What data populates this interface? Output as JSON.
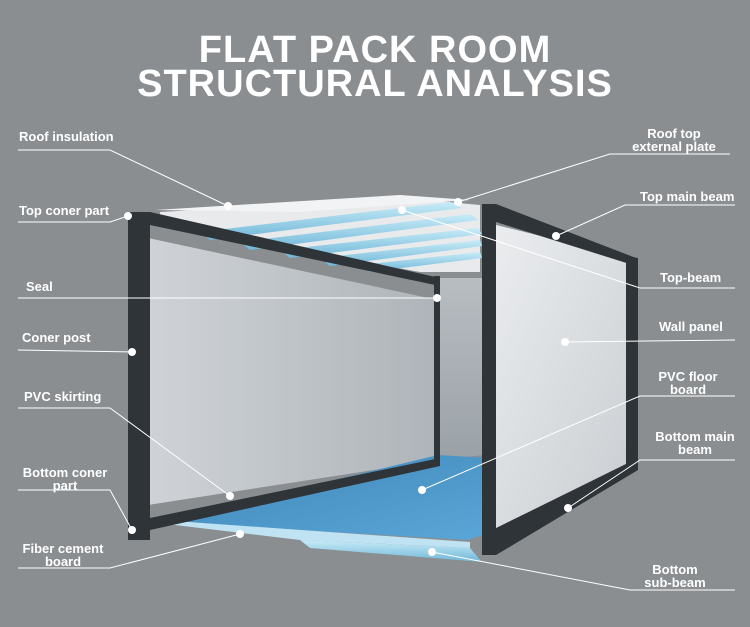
{
  "title": {
    "line1": "FLAT PACK ROOM",
    "line2": "STRUCTURAL ANALYSIS"
  },
  "labels": {
    "roof_insulation": "Roof insulation",
    "top_coner_part": "Top coner part",
    "seal": "Seal",
    "coner_post": "Coner post",
    "pvc_skirting": "PVC skirting",
    "bottom_coner_part_1": "Bottom coner",
    "bottom_coner_part_2": "part",
    "fiber_cement_board_1": "Fiber cement",
    "fiber_cement_board_2": "board",
    "roof_top_external_plate_1": "Roof top",
    "roof_top_external_plate_2": "external plate",
    "top_main_beam": "Top main beam",
    "top_beam": "Top-beam",
    "wall_panel": "Wall panel",
    "pvc_floor_board_1": "PVC floor",
    "pvc_floor_board_2": "board",
    "bottom_main_beam_1": "Bottom main",
    "bottom_main_beam_2": "beam",
    "bottom_sub_beam_1": "Bottom",
    "bottom_sub_beam_2": "sub-beam"
  },
  "colors": {
    "background": "#8a8e91",
    "frame": "#2f3438",
    "floor": "#4a94c6",
    "beam": "#9fd4ea",
    "wall": "#dfe2e5"
  }
}
